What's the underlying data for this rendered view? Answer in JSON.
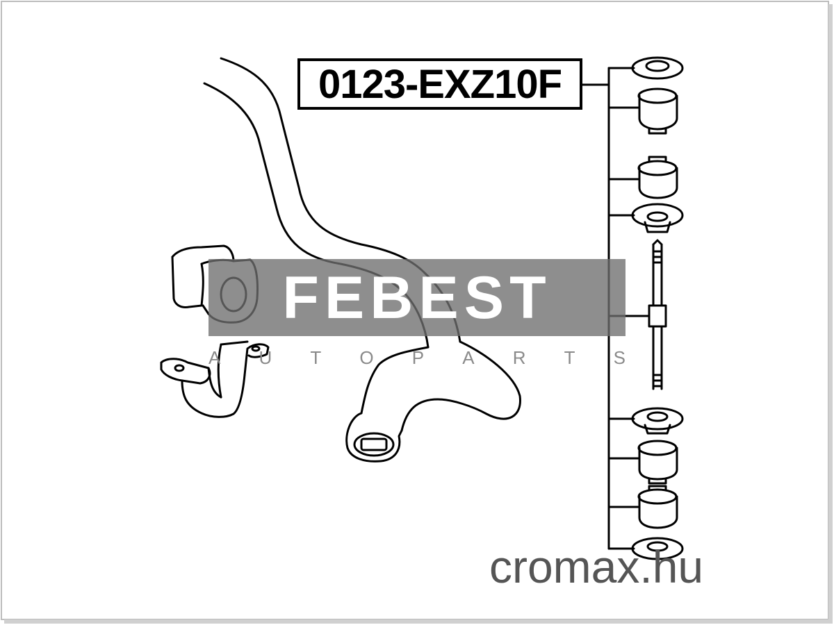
{
  "diagram": {
    "part_number": "0123-EXZ10F",
    "components": [
      "stabilizer-bar",
      "bar-bushing",
      "bushing-bracket",
      "link-bolt",
      "link-washers",
      "link-bushings"
    ]
  },
  "watermark": {
    "brand": "FEBEST",
    "tagline": [
      "A",
      "U",
      "T",
      "O",
      "P",
      "A",
      "R",
      "T",
      "S"
    ]
  },
  "site_watermark": "cromax.hu",
  "colors": {
    "line": "#000000",
    "band": "#6e6e6e",
    "site_text": "#555555"
  }
}
